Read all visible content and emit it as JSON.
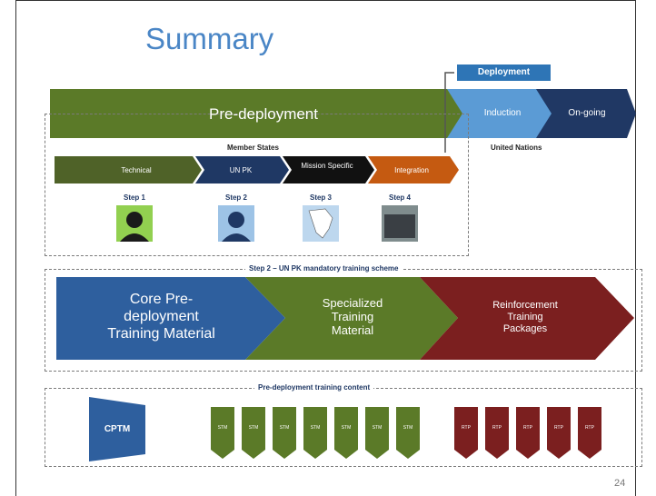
{
  "slide": {
    "title": "Summary",
    "page_number": "24"
  },
  "top_flow": {
    "deployment_label": "Deployment",
    "pre_deployment": "Pre-deployment",
    "induction": "Induction",
    "on_going": "On-going",
    "member_states": "Member States",
    "united_nations": "United Nations"
  },
  "steps": {
    "items": [
      {
        "arrow": "Technical",
        "label": "Step 1",
        "color": "#4f6228"
      },
      {
        "arrow": "UN PK",
        "label": "Step 2",
        "color": "#1f3864"
      },
      {
        "arrow": "Mission Specific",
        "label": "Step 3",
        "color": "#111111"
      },
      {
        "arrow": "Integration",
        "label": "Step 4",
        "color": "#c55a11"
      }
    ],
    "icons": [
      "person-icon",
      "person-icon",
      "africa-map-icon",
      "troops-photo-icon"
    ]
  },
  "scheme": {
    "caption": "Step 2 – UN PK mandatory training scheme",
    "items": [
      {
        "label_line1": "Core Pre-",
        "label_line2": "deployment",
        "label_line3": "Training Material",
        "color": "#2e5f9e"
      },
      {
        "label_line1": "Specialized",
        "label_line2": "Training",
        "label_line3": "Material",
        "color": "#5b7a28"
      },
      {
        "label_line1": "Reinforcement",
        "label_line2": "Training",
        "label_line3": "Packages",
        "color": "#7b1f1f"
      }
    ]
  },
  "content": {
    "caption": "Pre-deployment training content",
    "cptm": "CPTM",
    "green_modules": [
      "STM",
      "STM",
      "STM",
      "STM",
      "STM",
      "STM",
      "STM"
    ],
    "red_modules": [
      "RTP",
      "RTP",
      "RTP",
      "RTP",
      "RTP"
    ]
  },
  "colors": {
    "green": "#5b7a28",
    "dark_blue": "#1f3864",
    "mid_blue": "#2e5f9e",
    "light_blue": "#5b9bd5",
    "navy": "#203864",
    "dark_red": "#7b1f1f",
    "orange": "#c55a11",
    "title_blue": "#4a86c6"
  }
}
